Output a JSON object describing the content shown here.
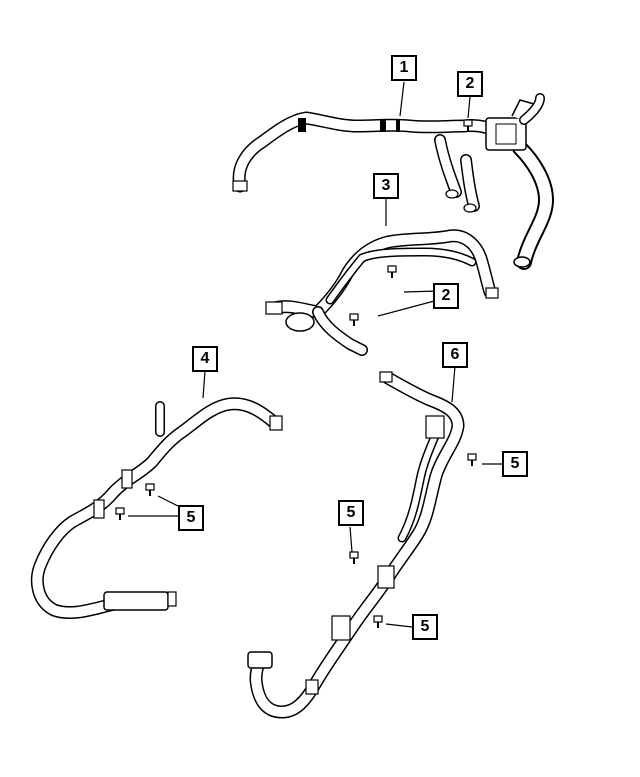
{
  "callouts": {
    "c1": "1",
    "c2a": "2",
    "c3": "3",
    "c2b": "2",
    "c4": "4",
    "c6": "6",
    "c5a": "5",
    "c5b": "5",
    "c5c": "5",
    "c5d": "5"
  }
}
